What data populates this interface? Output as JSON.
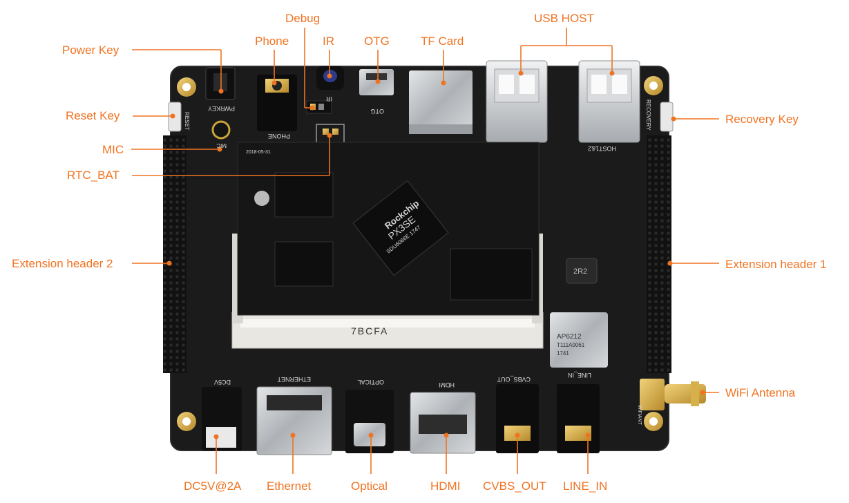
{
  "colors": {
    "accent": "#f07322",
    "board": "#1a1a1a",
    "silkscreen": "#d8d8d8",
    "gold": "#c9a43a",
    "metal": "#b9bcbf"
  },
  "labels": {
    "debug": "Debug",
    "usb_host": "USB HOST",
    "power_key": "Power Key",
    "phone": "Phone",
    "ir": "IR",
    "otg": "OTG",
    "tf_card": "TF Card",
    "reset_key": "Reset Key",
    "recovery_key": "Recovery Key",
    "mic": "MIC",
    "rtc_bat": "RTC_BAT",
    "ext_header_2": "Extension header 2",
    "ext_header_1": "Extension header 1",
    "wifi_antenna": "WiFi Antenna",
    "dc5v": "DC5V@2A",
    "ethernet": "Ethernet",
    "optical": "Optical",
    "hdmi": "HDMI",
    "cvbs_out": "CVBS_OUT",
    "line_in": "LINE_IN"
  },
  "board_text": {
    "chip_brand": "Rockchip",
    "chip_model": "PX3SE",
    "chip_code": "SDU6066E 1747",
    "so_dimm_marking": "7BCFA",
    "module_text": "AP6212",
    "module_sub": "T111A0061",
    "module_code": "1741",
    "inductor": "2R2",
    "silk_pwrkey": "PWRKEY",
    "silk_phone": "PHONE",
    "silk_reset": "RESET",
    "silk_recovery": "RECOVERY",
    "silk_otg": "OTG",
    "silk_ir": "IR",
    "silk_host": "HOST1&2",
    "silk_dc5v": "DC5V",
    "silk_ethernet": "ETHERNET",
    "silk_optical": "OPTICAL",
    "silk_hdmi": "HDMI",
    "silk_cvbs": "CVBS_OUT",
    "silk_linein": "LINE_IN",
    "silk_wifiant": "WIFIANT",
    "silk_date": "2018-05-31",
    "silk_mic": "MIC"
  }
}
